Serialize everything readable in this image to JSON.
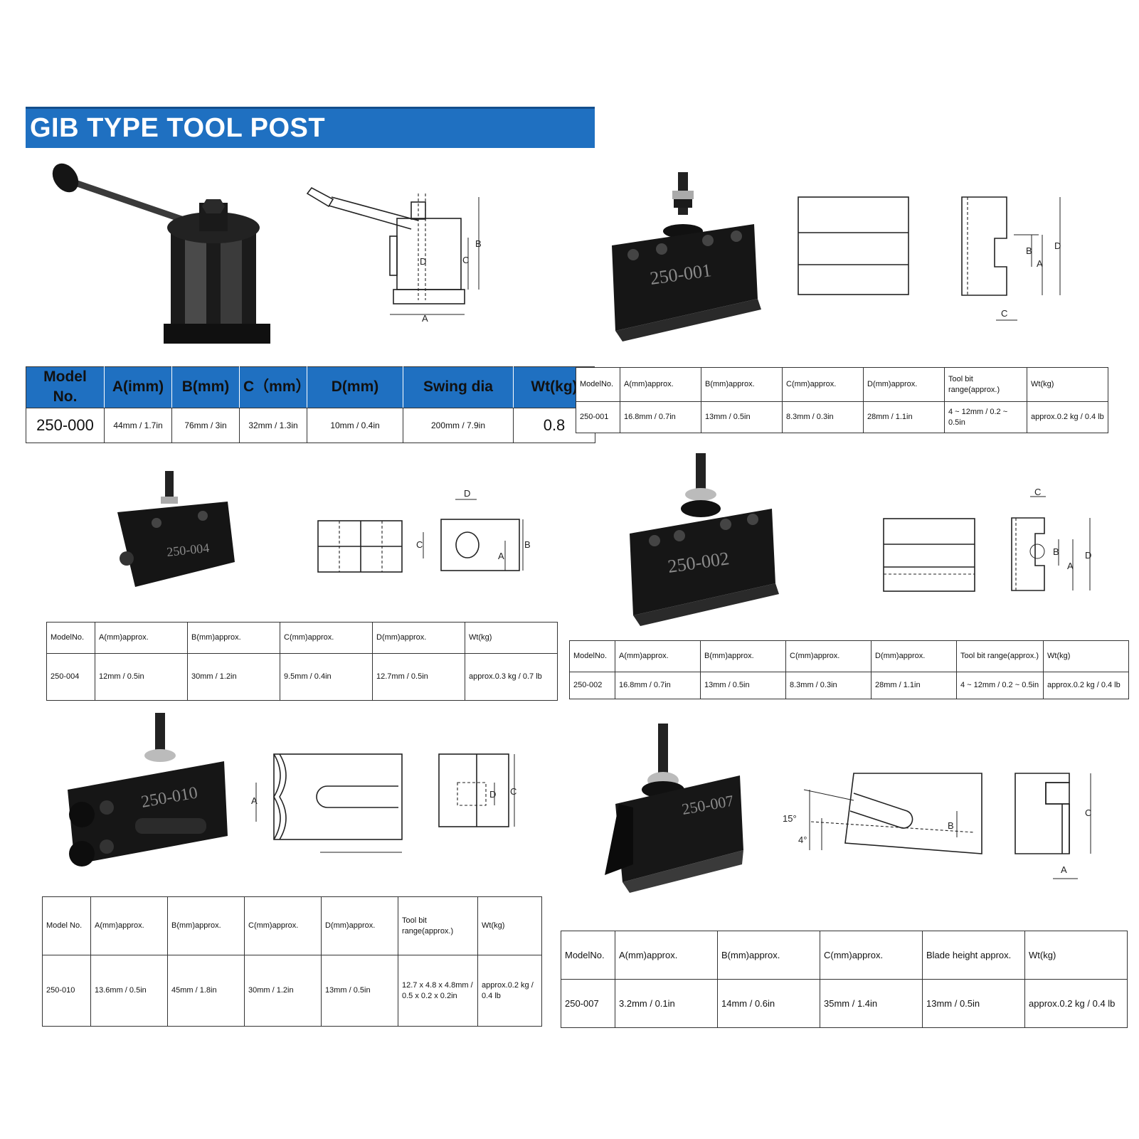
{
  "header": {
    "title": "GIB TYPE TOOL POST"
  },
  "drawing_labels": {
    "a": "A",
    "b": "B",
    "c": "C",
    "d": "D",
    "angle1": "15°",
    "angle2": "4°"
  },
  "engravings": {
    "p001": "250-001",
    "p004": "250-004",
    "p002": "250-002",
    "p010": "250-010",
    "p007": "250-007"
  },
  "tables": {
    "t250_000": {
      "headers": [
        "Model No.",
        "A(imm)",
        "B(mm)",
        "C（mm）",
        "D(mm)",
        "Swing dia",
        "Wt(kg)"
      ],
      "row": [
        "250-000",
        "44mm / 1.7in",
        "76mm / 3in",
        "32mm / 1.3in",
        "10mm / 0.4in",
        "200mm / 7.9in",
        "0.8"
      ]
    },
    "t250_001": {
      "headers": [
        "ModelNo.",
        "A(mm)approx.",
        "B(mm)approx.",
        "C(mm)approx.",
        "D(mm)approx.",
        "Tool bit range(approx.)",
        "Wt(kg)"
      ],
      "row": [
        "250-001",
        "16.8mm / 0.7in",
        "13mm / 0.5in",
        "8.3mm / 0.3in",
        "28mm / 1.1in",
        "4 ~ 12mm / 0.2 ~ 0.5in",
        "approx.0.2 kg / 0.4 lb"
      ]
    },
    "t250_004": {
      "headers": [
        "ModelNo.",
        "A(mm)approx.",
        "B(mm)approx.",
        "C(mm)approx.",
        "D(mm)approx.",
        "Wt(kg)"
      ],
      "row": [
        "250-004",
        "12mm / 0.5in",
        "30mm / 1.2in",
        "9.5mm / 0.4in",
        "12.7mm / 0.5in",
        "approx.0.3 kg / 0.7 lb"
      ]
    },
    "t250_002": {
      "headers": [
        "ModelNo.",
        "A(mm)approx.",
        "B(mm)approx.",
        "C(mm)approx.",
        "D(mm)approx.",
        "Tool bit range(approx.)",
        "Wt(kg)"
      ],
      "row": [
        "250-002",
        "16.8mm / 0.7in",
        "13mm / 0.5in",
        "8.3mm / 0.3in",
        "28mm / 1.1in",
        "4 ~ 12mm / 0.2 ~ 0.5in",
        "approx.0.2 kg / 0.4 lb"
      ]
    },
    "t250_010": {
      "headers": [
        "Model No.",
        "A(mm)approx.",
        "B(mm)approx.",
        "C(mm)approx.",
        "D(mm)approx.",
        "Tool bit range(approx.)",
        "Wt(kg)"
      ],
      "row": [
        "250-010",
        "13.6mm / 0.5in",
        "45mm / 1.8in",
        "30mm / 1.2in",
        "13mm / 0.5in",
        "12.7 x 4.8 x 4.8mm / 0.5 x 0.2 x 0.2in",
        "approx.0.2 kg / 0.4 lb"
      ]
    },
    "t250_007": {
      "headers": [
        "ModelNo.",
        "A(mm)approx.",
        "B(mm)approx.",
        "C(mm)approx.",
        "Blade height approx.",
        "Wt(kg)"
      ],
      "row": [
        "250-007",
        "3.2mm / 0.1in",
        "14mm / 0.6in",
        "35mm / 1.4in",
        "13mm / 0.5in",
        "approx.0.2 kg / 0.4 lb"
      ]
    }
  }
}
